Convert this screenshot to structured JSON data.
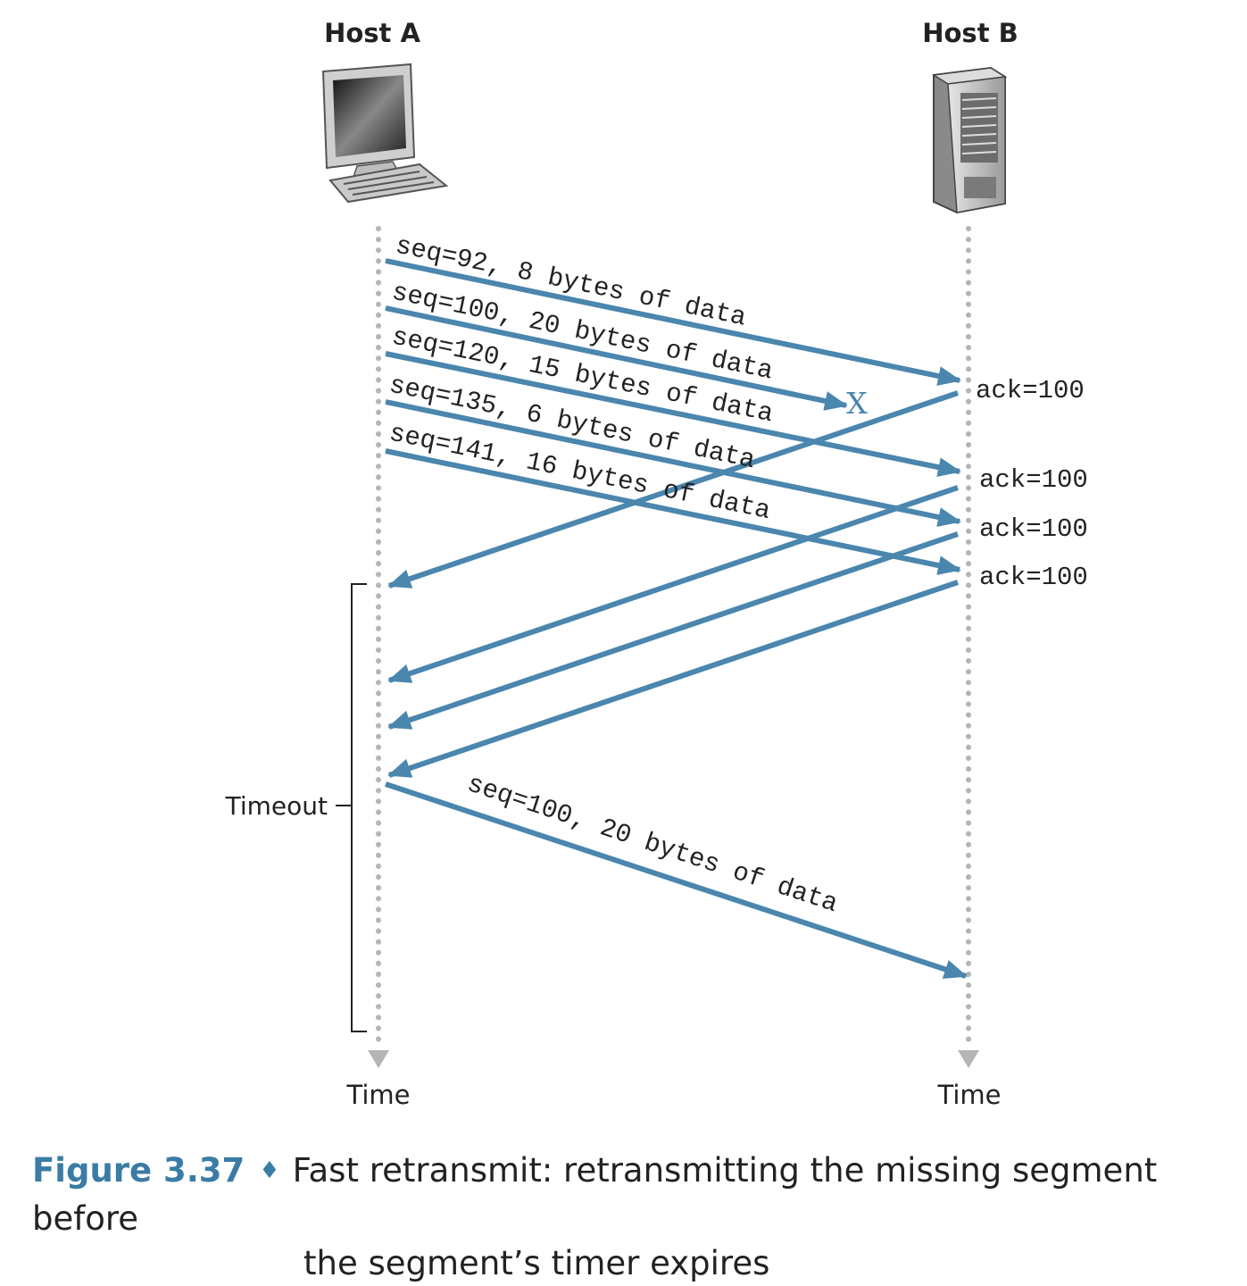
{
  "hosts": {
    "a": {
      "label": "Host A",
      "icon": "desktop-computer-icon"
    },
    "b": {
      "label": "Host B",
      "icon": "server-tower-icon"
    }
  },
  "time_labels": {
    "a": "Time",
    "b": "Time"
  },
  "timeout_label": "Timeout",
  "lost_marker": "X",
  "segments": [
    {
      "label": "seq=92, 8 bytes of data",
      "lost": false
    },
    {
      "label": "seq=100, 20 bytes of data",
      "lost": true
    },
    {
      "label": "seq=120, 15 bytes of data",
      "lost": false
    },
    {
      "label": "seq=135, 6 bytes of data",
      "lost": false
    },
    {
      "label": "seq=141, 16 bytes of data",
      "lost": false
    }
  ],
  "acks": [
    "ack=100",
    "ack=100",
    "ack=100",
    "ack=100"
  ],
  "retransmit": {
    "label": "seq=100, 20 bytes of data"
  },
  "caption": {
    "figure": "Figure 3.37",
    "text_line1": "Fast retransmit: retransmitting the missing segment before",
    "text_line2": "the segment’s timer expires"
  },
  "colors": {
    "arrow": "#4a86ad",
    "timeline": "#b5b5b5",
    "accent": "#3a7ca5"
  }
}
